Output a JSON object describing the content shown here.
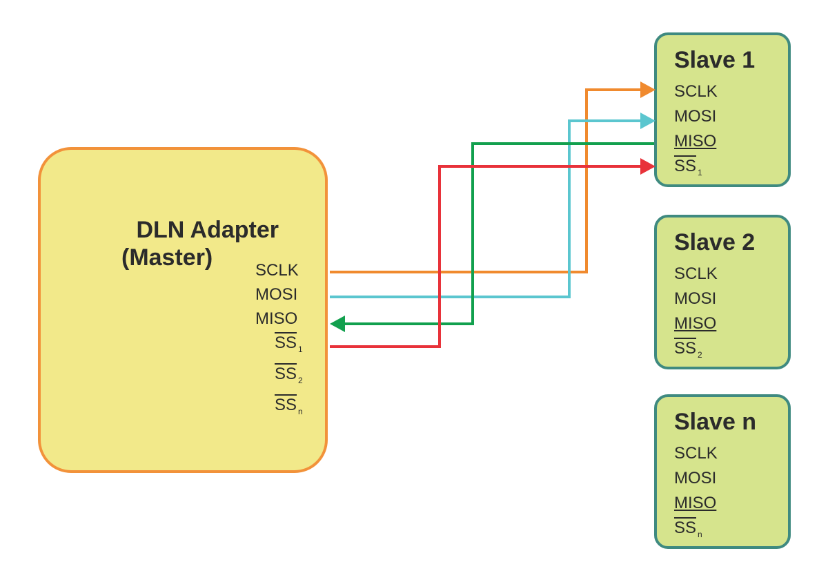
{
  "master": {
    "title_line1": "DLN Adapter",
    "title_line2": "(Master)",
    "pins": [
      "SCLK",
      "MOSI",
      "MISO"
    ],
    "ss_pins": [
      {
        "name": "SS",
        "sub": "1"
      },
      {
        "name": "SS",
        "sub": "2"
      },
      {
        "name": "SS",
        "sub": "n"
      }
    ]
  },
  "slaves": [
    {
      "title": "Slave 1",
      "sclk": "SCLK",
      "mosi": "MOSI",
      "miso": "MISO",
      "ss": "SS",
      "ss_sub": "1"
    },
    {
      "title": "Slave 2",
      "sclk": "SCLK",
      "mosi": "MOSI",
      "miso": "MISO",
      "ss": "SS",
      "ss_sub": "2"
    },
    {
      "title": "Slave n",
      "sclk": "SCLK",
      "mosi": "MOSI",
      "miso": "MISO",
      "ss": "SS",
      "ss_sub": "n"
    }
  ],
  "colors": {
    "sclk": "#f08a2e",
    "mosi": "#5bc6cf",
    "miso": "#12a04e",
    "ss1": "#e8323a",
    "master_fill": "#f2e98a",
    "master_border": "#f2923a",
    "slave_fill": "#d6e48d",
    "slave_border": "#3f8a80"
  }
}
